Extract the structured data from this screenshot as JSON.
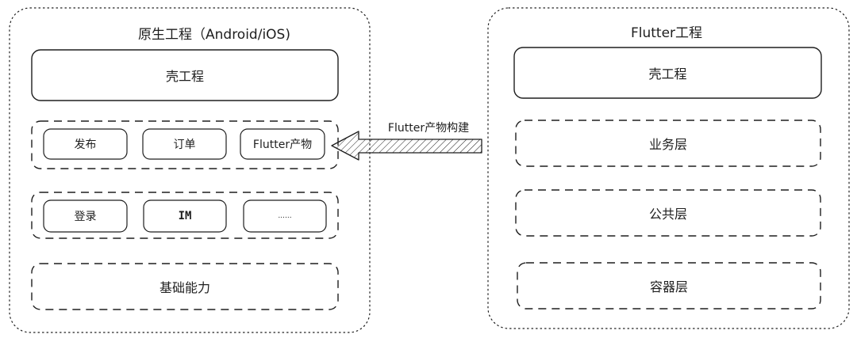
{
  "left_panel": {
    "title": "原生工程（Android/iOS)",
    "shell": "壳工程",
    "row1": [
      "发布",
      "订单",
      "Flutter产物"
    ],
    "row2": [
      "登录",
      "IM",
      "......"
    ],
    "base": "基础能力"
  },
  "right_panel": {
    "title": "Flutter工程",
    "shell": "壳工程",
    "layers": [
      "业务层",
      "公共层",
      "容器层"
    ]
  },
  "arrow": {
    "label": "Flutter产物构建"
  },
  "colors": {
    "stroke": "#1e1e1e",
    "background": "#ffffff"
  }
}
